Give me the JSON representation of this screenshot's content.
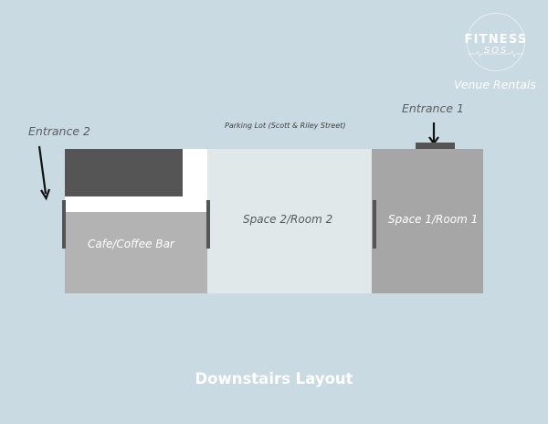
{
  "brand": {
    "logo_title": "FITNESS",
    "logo_subtitle": "SOS",
    "tagline": "Venue Rentals"
  },
  "labels": {
    "entrance_2": "Entrance 2",
    "entrance_1": "Entrance 1",
    "parking_lot": "Parking Lot (Scott & Riley Street)"
  },
  "rooms": [
    {
      "id": "cafe",
      "label": "Cafe/Coffee Bar",
      "color": "#b3b3b3"
    },
    {
      "id": "space2",
      "label": "Space 2/Room 2",
      "color": "#e0e8ea"
    },
    {
      "id": "space1",
      "label": "Space 1/Room 1",
      "color": "#a6a6a6"
    }
  ],
  "colors": {
    "background": "#c9dae2",
    "wall_dark": "#555555",
    "white": "#ffffff"
  },
  "title": "Downstairs Layout"
}
